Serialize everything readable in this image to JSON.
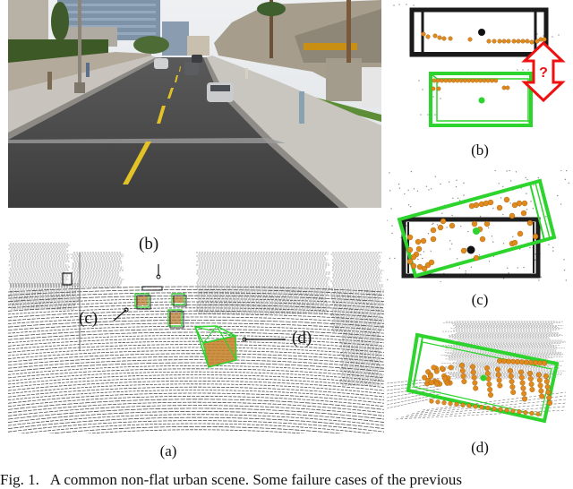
{
  "figure": {
    "caption_prefix": "Fig. 1.",
    "caption_text": "A common non-flat urban scene. Some failure cases of the previous",
    "panels": {
      "a": {
        "label": "(a)",
        "description": "Camera image of sloped urban street (top) and LiDAR point cloud with 3D bounding boxes (bottom)"
      },
      "b": {
        "label": "(b)",
        "description": "Top view comparison: black box vs green box with vertical offset marker"
      },
      "c": {
        "label": "(c)",
        "description": "Rotated green box vs black box with orange points"
      },
      "d": {
        "label": "(d)",
        "description": "Green box fitted to orange point cluster of a car"
      }
    },
    "callouts": {
      "b": "(b)",
      "c": "(c)",
      "d": "(d)"
    },
    "question_mark": "?",
    "colors": {
      "green_box": "#2ed42e",
      "black_box": "#1a1a1a",
      "orange_points": "#e08a1e",
      "red_arrow": "#ee1111",
      "road_yellow": "#e2c227"
    }
  }
}
